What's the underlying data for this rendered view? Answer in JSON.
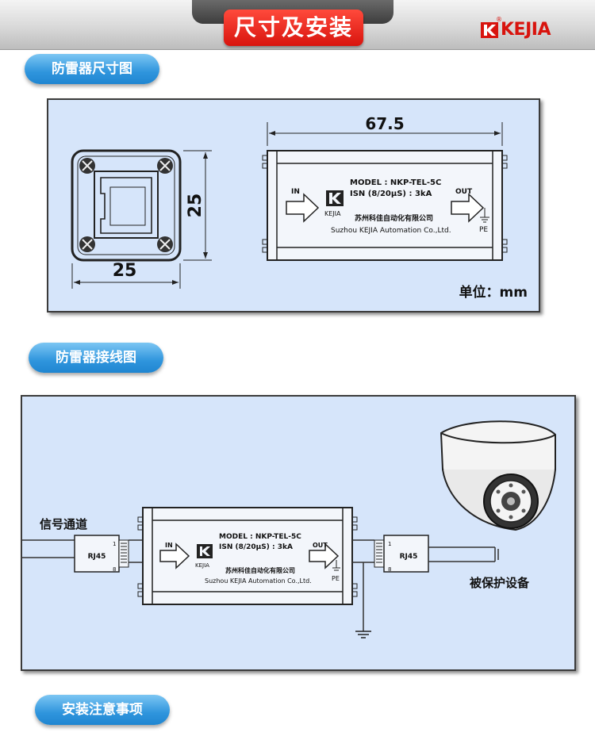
{
  "header": {
    "title": "尺寸及安装",
    "brand": "KEJIA",
    "brand_mark": "®"
  },
  "sections": {
    "dimensions": "防雷器尺寸图",
    "wiring": "防雷器接线图",
    "notes": "安装注意事项"
  },
  "dimensions": {
    "side_width": "25",
    "side_height": "25",
    "length": "67.5",
    "unit": "单位：mm"
  },
  "device": {
    "model": "MODEL : NKP-TEL-5C",
    "isn": "ISN (8/20μS) :  3kA",
    "in_label": "IN",
    "out_label": "OUT",
    "logo_text": "KEJIA",
    "company_cn": "苏州科佳自动化有限公司",
    "company_en": "Suzhou KEJIA Automation Co.,Ltd.",
    "pe_label": "PE"
  },
  "wiring": {
    "signal_label": "信号通道",
    "protected_label": "被保护设备",
    "rj45": "RJ45",
    "pin1": "1",
    "pin8": "8"
  }
}
